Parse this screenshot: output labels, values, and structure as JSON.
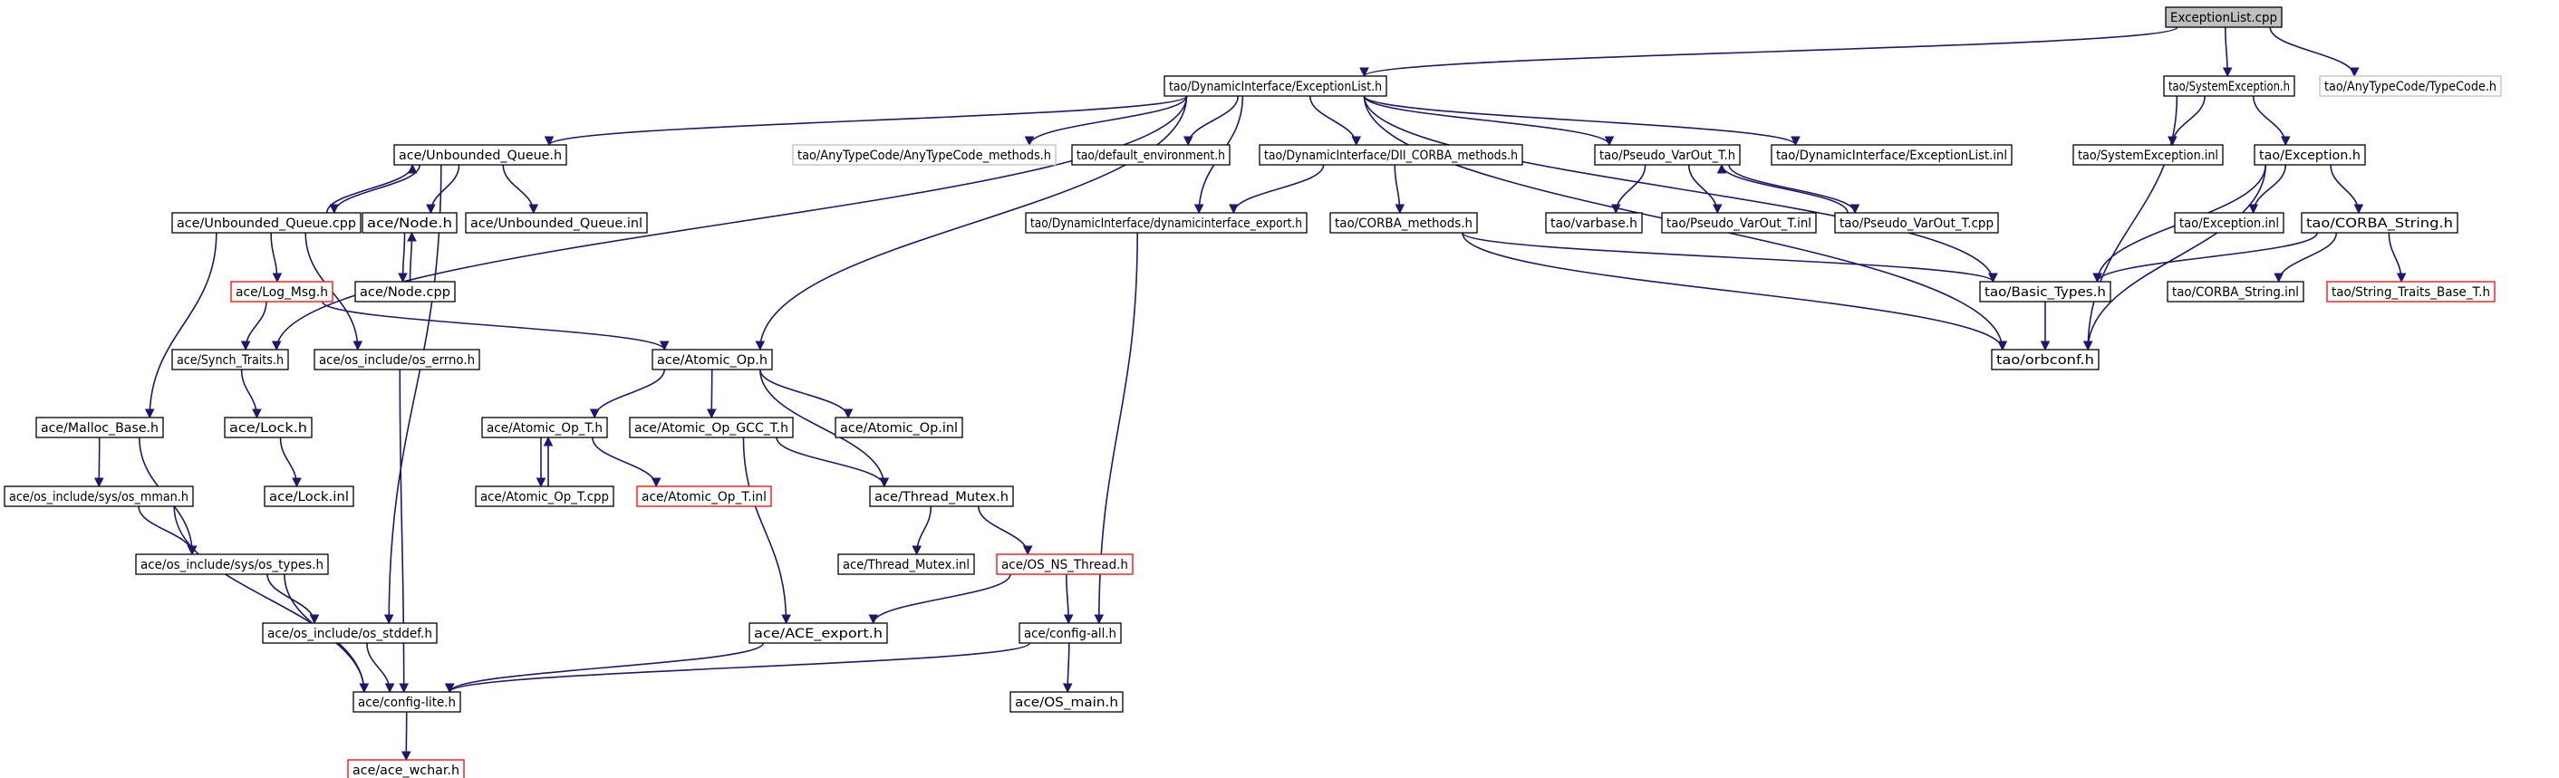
{
  "colors": {
    "edge": "#191970",
    "box_normal": "#000000",
    "box_truncated": "#ff0000",
    "box_external": "#bfbfbf",
    "root_fill": "#bfbfbf"
  },
  "nodes": [
    {
      "id": "n0",
      "label": "ExceptionList.cpp",
      "style": "root"
    },
    {
      "id": "n1",
      "label": "tao/DynamicInterface/ExceptionList.h",
      "style": "normal"
    },
    {
      "id": "n2",
      "label": "tao/SystemException.h",
      "style": "normal"
    },
    {
      "id": "n3",
      "label": "tao/AnyTypeCode/TypeCode.h",
      "style": "external"
    },
    {
      "id": "n4",
      "label": "ace/Unbounded_Queue.h",
      "style": "normal"
    },
    {
      "id": "n5",
      "label": "tao/AnyTypeCode/AnyTypeCode_methods.h",
      "style": "external"
    },
    {
      "id": "n6",
      "label": "tao/default_environment.h",
      "style": "normal"
    },
    {
      "id": "n7",
      "label": "tao/DynamicInterface/DII_CORBA_methods.h",
      "style": "normal"
    },
    {
      "id": "n8",
      "label": "tao/Pseudo_VarOut_T.h",
      "style": "normal"
    },
    {
      "id": "n9",
      "label": "tao/DynamicInterface/ExceptionList.inl",
      "style": "normal"
    },
    {
      "id": "n10",
      "label": "tao/SystemException.inl",
      "style": "normal"
    },
    {
      "id": "n11",
      "label": "tao/Exception.h",
      "style": "normal"
    },
    {
      "id": "n12",
      "label": "ace/Unbounded_Queue.cpp",
      "style": "normal"
    },
    {
      "id": "n13",
      "label": "ace/Node.h",
      "style": "normal"
    },
    {
      "id": "n14",
      "label": "ace/Unbounded_Queue.inl",
      "style": "normal"
    },
    {
      "id": "n15",
      "label": "tao/DynamicInterface/dynamicinterface_export.h",
      "style": "normal"
    },
    {
      "id": "n16",
      "label": "tao/CORBA_methods.h",
      "style": "normal"
    },
    {
      "id": "n17",
      "label": "tao/varbase.h",
      "style": "normal"
    },
    {
      "id": "n18",
      "label": "tao/Pseudo_VarOut_T.inl",
      "style": "normal"
    },
    {
      "id": "n19",
      "label": "tao/Pseudo_VarOut_T.cpp",
      "style": "normal"
    },
    {
      "id": "n20",
      "label": "tao/Exception.inl",
      "style": "normal"
    },
    {
      "id": "n21",
      "label": "tao/CORBA_String.h",
      "style": "normal"
    },
    {
      "id": "n22",
      "label": "ace/Log_Msg.h",
      "style": "truncated"
    },
    {
      "id": "n23",
      "label": "ace/Node.cpp",
      "style": "normal"
    },
    {
      "id": "n24",
      "label": "tao/Basic_Types.h",
      "style": "normal"
    },
    {
      "id": "n25",
      "label": "tao/CORBA_String.inl",
      "style": "normal"
    },
    {
      "id": "n26",
      "label": "tao/String_Traits_Base_T.h",
      "style": "truncated"
    },
    {
      "id": "n27",
      "label": "ace/Synch_Traits.h",
      "style": "normal"
    },
    {
      "id": "n28",
      "label": "ace/os_include/os_errno.h",
      "style": "normal"
    },
    {
      "id": "n29",
      "label": "ace/Atomic_Op.h",
      "style": "normal"
    },
    {
      "id": "n30",
      "label": "tao/orbconf.h",
      "style": "normal"
    },
    {
      "id": "n31",
      "label": "ace/Malloc_Base.h",
      "style": "normal"
    },
    {
      "id": "n32",
      "label": "ace/Lock.h",
      "style": "normal"
    },
    {
      "id": "n33",
      "label": "ace/Atomic_Op_T.h",
      "style": "normal"
    },
    {
      "id": "n34",
      "label": "ace/Atomic_Op_GCC_T.h",
      "style": "normal"
    },
    {
      "id": "n35",
      "label": "ace/Atomic_Op.inl",
      "style": "normal"
    },
    {
      "id": "n36",
      "label": "ace/os_include/sys/os_mman.h",
      "style": "normal"
    },
    {
      "id": "n37",
      "label": "ace/Lock.inl",
      "style": "normal"
    },
    {
      "id": "n38",
      "label": "ace/Atomic_Op_T.cpp",
      "style": "normal"
    },
    {
      "id": "n39",
      "label": "ace/Atomic_Op_T.inl",
      "style": "truncated"
    },
    {
      "id": "n40",
      "label": "ace/Thread_Mutex.h",
      "style": "normal"
    },
    {
      "id": "n41",
      "label": "ace/os_include/sys/os_types.h",
      "style": "normal"
    },
    {
      "id": "n42",
      "label": "ace/Thread_Mutex.inl",
      "style": "normal"
    },
    {
      "id": "n43",
      "label": "ace/OS_NS_Thread.h",
      "style": "truncated"
    },
    {
      "id": "n44",
      "label": "ace/os_include/os_stddef.h",
      "style": "normal"
    },
    {
      "id": "n45",
      "label": "ace/ACE_export.h",
      "style": "normal"
    },
    {
      "id": "n46",
      "label": "ace/config-all.h",
      "style": "normal"
    },
    {
      "id": "n47",
      "label": "ace/config-lite.h",
      "style": "normal"
    },
    {
      "id": "n48",
      "label": "ace/OS_main.h",
      "style": "normal"
    },
    {
      "id": "n49",
      "label": "ace/ace_wchar.h",
      "style": "truncated"
    }
  ],
  "edges": [
    [
      "n0",
      "n1"
    ],
    [
      "n0",
      "n2"
    ],
    [
      "n0",
      "n3"
    ],
    [
      "n1",
      "n4"
    ],
    [
      "n1",
      "n5"
    ],
    [
      "n1",
      "n6"
    ],
    [
      "n1",
      "n7"
    ],
    [
      "n1",
      "n8"
    ],
    [
      "n1",
      "n9"
    ],
    [
      "n1",
      "n15"
    ],
    [
      "n1",
      "n24"
    ],
    [
      "n1",
      "n27"
    ],
    [
      "n1",
      "n29"
    ],
    [
      "n1",
      "n30"
    ],
    [
      "n2",
      "n10"
    ],
    [
      "n2",
      "n11"
    ],
    [
      "n2",
      "n30"
    ],
    [
      "n4",
      "n12"
    ],
    [
      "n4",
      "n13"
    ],
    [
      "n4",
      "n14"
    ],
    [
      "n4",
      "n44"
    ],
    [
      "n12",
      "n4"
    ],
    [
      "n12",
      "n22"
    ],
    [
      "n12",
      "n28"
    ],
    [
      "n12",
      "n31"
    ],
    [
      "n13",
      "n23"
    ],
    [
      "n23",
      "n13"
    ],
    [
      "n7",
      "n15"
    ],
    [
      "n7",
      "n16"
    ],
    [
      "n8",
      "n17"
    ],
    [
      "n8",
      "n18"
    ],
    [
      "n8",
      "n19"
    ],
    [
      "n19",
      "n8"
    ],
    [
      "n11",
      "n20"
    ],
    [
      "n11",
      "n21"
    ],
    [
      "n11",
      "n24"
    ],
    [
      "n11",
      "n30"
    ],
    [
      "n21",
      "n24"
    ],
    [
      "n21",
      "n25"
    ],
    [
      "n21",
      "n26"
    ],
    [
      "n16",
      "n24"
    ],
    [
      "n16",
      "n30"
    ],
    [
      "n24",
      "n30"
    ],
    [
      "n15",
      "n46"
    ],
    [
      "n22",
      "n27"
    ],
    [
      "n22",
      "n29"
    ],
    [
      "n27",
      "n32"
    ],
    [
      "n32",
      "n37"
    ],
    [
      "n28",
      "n47"
    ],
    [
      "n29",
      "n33"
    ],
    [
      "n29",
      "n34"
    ],
    [
      "n29",
      "n35"
    ],
    [
      "n29",
      "n40"
    ],
    [
      "n33",
      "n38"
    ],
    [
      "n38",
      "n33"
    ],
    [
      "n33",
      "n39"
    ],
    [
      "n34",
      "n40"
    ],
    [
      "n34",
      "n45"
    ],
    [
      "n31",
      "n36"
    ],
    [
      "n31",
      "n41"
    ],
    [
      "n36",
      "n41"
    ],
    [
      "n36",
      "n47"
    ],
    [
      "n41",
      "n44"
    ],
    [
      "n41",
      "n47"
    ],
    [
      "n40",
      "n42"
    ],
    [
      "n40",
      "n43"
    ],
    [
      "n43",
      "n45"
    ],
    [
      "n43",
      "n46"
    ],
    [
      "n44",
      "n47"
    ],
    [
      "n45",
      "n47"
    ],
    [
      "n46",
      "n47"
    ],
    [
      "n46",
      "n48"
    ],
    [
      "n47",
      "n49"
    ]
  ]
}
